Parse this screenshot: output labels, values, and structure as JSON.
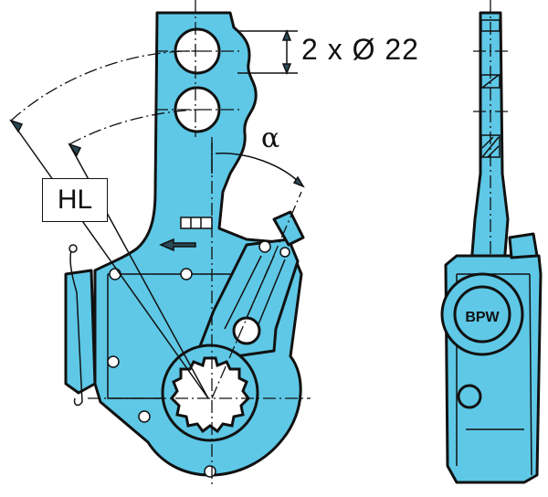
{
  "labels": {
    "hole_dimension": "2 x Ø 22",
    "angle": "α",
    "lever_length": "HL",
    "logo_text": "BPW"
  },
  "colors": {
    "part_fill": "#5ec8e6",
    "outline": "#111111",
    "background": "#ffffff"
  }
}
